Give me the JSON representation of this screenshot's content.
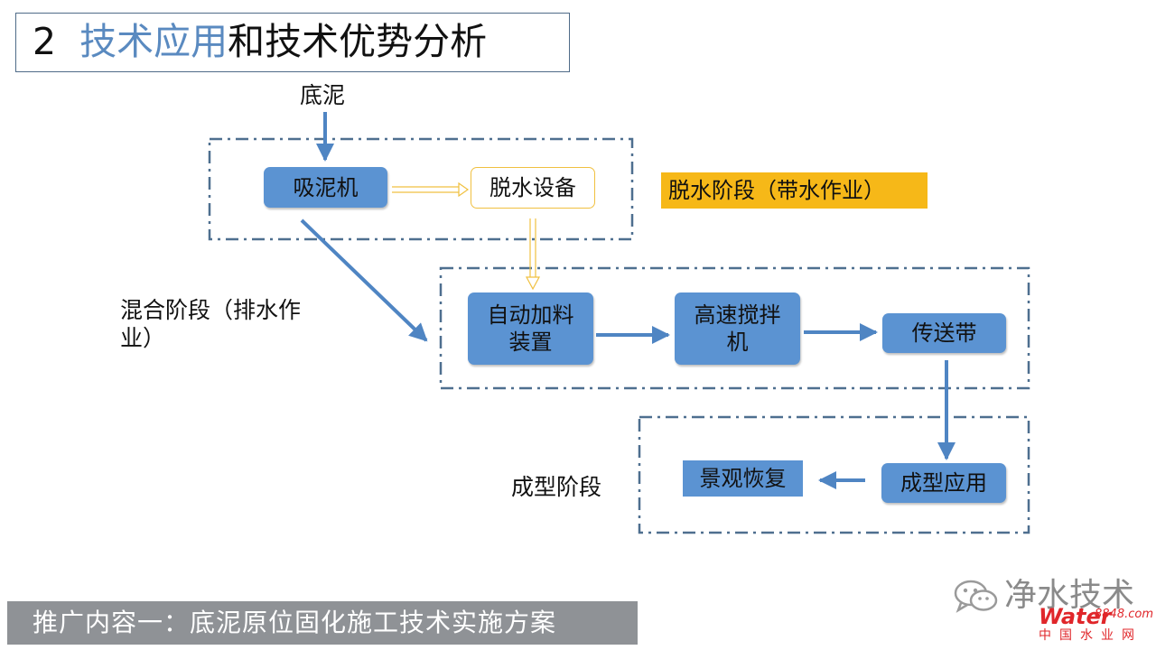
{
  "title": {
    "number": "2",
    "highlight": "技术应用",
    "rest": "和技术优势分析"
  },
  "diagram": {
    "input_label": "底泥",
    "nodes": {
      "suction": "吸泥机",
      "dewater": "脱水设备",
      "dosing": "自动加料\n装置",
      "mixer": "高速搅拌\n机",
      "conveyor": "传送带",
      "forming": "成型应用",
      "landscape": "景观恢复"
    },
    "stages": {
      "dewater": "脱水阶段（带水作业）",
      "mixing": "混合阶段（排水作业）",
      "forming": "成型阶段"
    }
  },
  "footer": {
    "text": "推广内容一：底泥原位固化施工技术实施方案"
  },
  "watermark": {
    "text": "净水技术",
    "brand_word": "Water",
    "brand_num": "8848",
    "brand_suffix": ".com",
    "brand_sub": "中国水业网"
  },
  "colors": {
    "node": "#5b93d2",
    "title_highlight": "#5a8ac0",
    "stage_tag": "#f6b818",
    "footer_bg": "#8f9296",
    "arrow_blue": "#4f85c3",
    "arrow_yellow": "#f0c040",
    "dashed_border": "#4e6f8f"
  }
}
